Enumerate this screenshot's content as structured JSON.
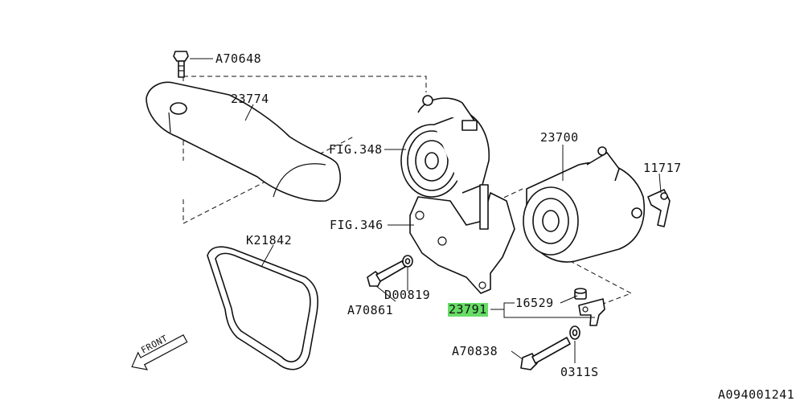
{
  "diagram": {
    "labels": {
      "bolt_top": "A70648",
      "cover": "23774",
      "pump_fig": "FIG.348",
      "alternator": "23700",
      "bracket_link": "11717",
      "bracket_fig": "FIG.346",
      "belt": "K21842",
      "bolt_left": "A70861",
      "washer_left": "D00819",
      "bushing": "16529",
      "stay": "23791",
      "bolt_bottom": "A70838",
      "washer_bottom": "0311S",
      "front": "FRONT"
    },
    "catalog_id": "A094001241",
    "colors": {
      "highlight": "#66dd66",
      "ink": "#111111"
    },
    "highlighted_part": "23791"
  }
}
